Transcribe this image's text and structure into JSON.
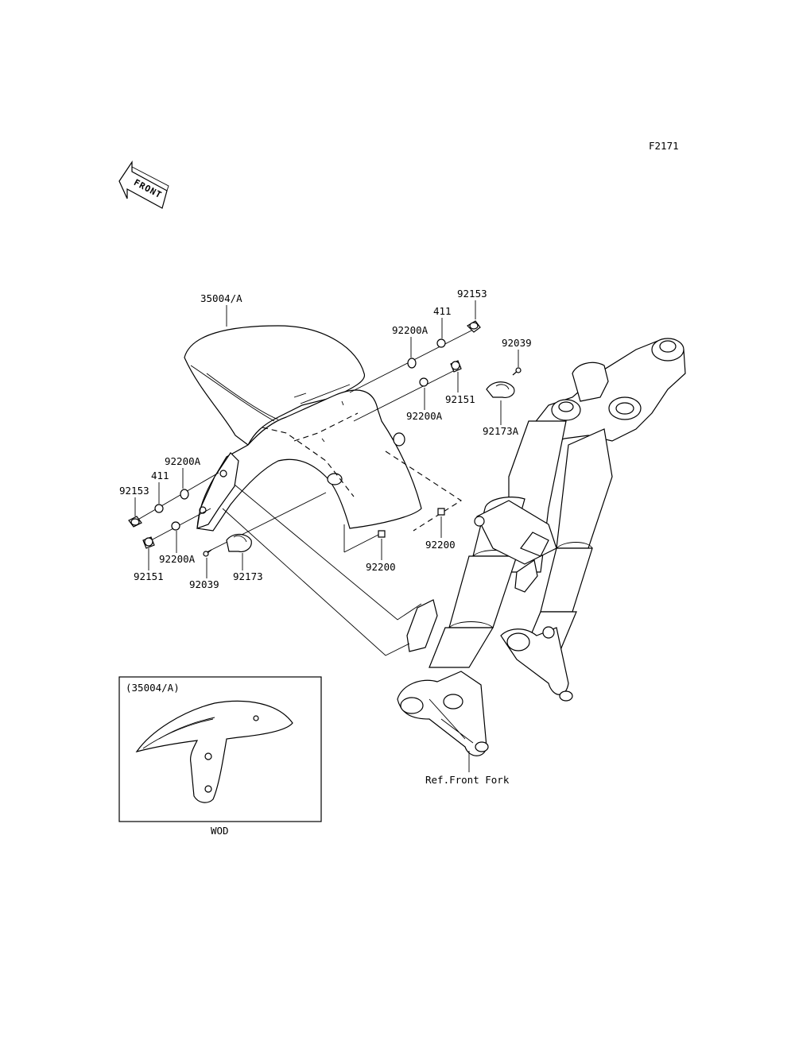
{
  "figure_code": "F2171",
  "front_arrow_label": "FRONT",
  "callouts": {
    "fender": "35004/A",
    "bolt_right_top": "92153",
    "washer_411_right": "411",
    "washer_92200A_right_top": "92200A",
    "screw_92039_right": "92039",
    "bolt_92151_right": "92151",
    "washer_92200A_right_bottom": "92200A",
    "clamp_92173A": "92173A",
    "washer_92200A_left_top": "92200A",
    "washer_411_left": "411",
    "bolt_92153_left": "92153",
    "washer_92200A_left_bottom": "92200A",
    "bolt_92151_left": "92151",
    "screw_92039_left": "92039",
    "clamp_92173": "92173",
    "grommet_92200_center": "92200",
    "grommet_92200_right": "92200",
    "ref_front_fork": "Ref.Front Fork"
  },
  "inset": {
    "label": "(35004/A)",
    "caption": "WOD"
  }
}
